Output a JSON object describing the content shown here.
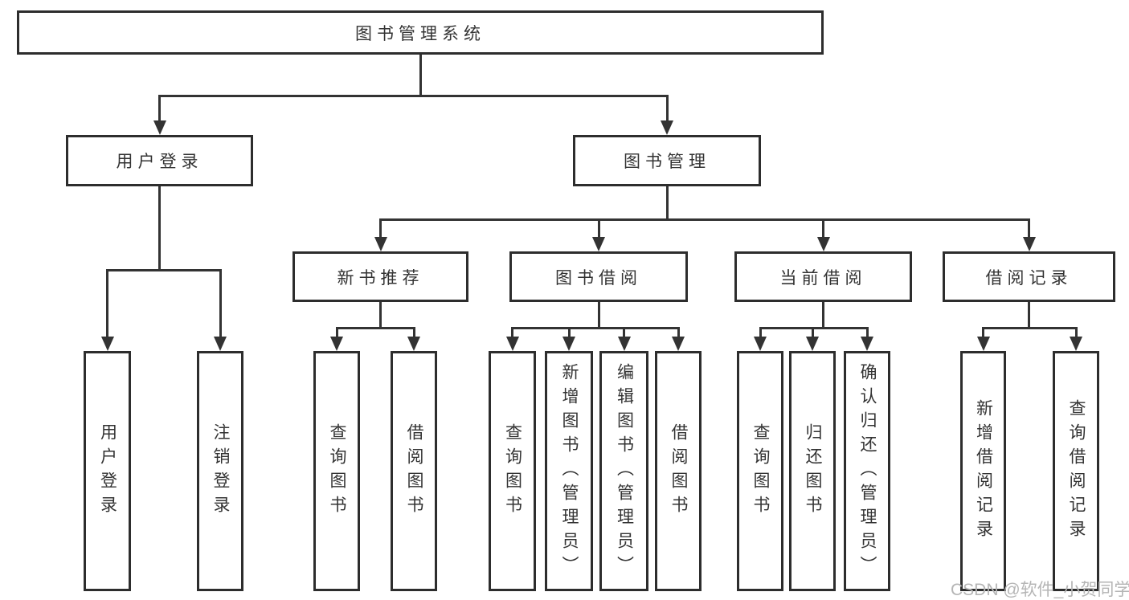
{
  "title": "图书管理系统",
  "watermark": "CSDN @软件_小贺同学",
  "colors": {
    "background": "#ffffff",
    "box_fill": "#ffffff",
    "box_border": "#2d2d2d",
    "line": "#333333",
    "text": "#333333",
    "watermark": "#b5b5b5"
  },
  "diagram": {
    "type": "tree",
    "orientation": "top-down",
    "nodes": [
      {
        "id": "root",
        "label": "图书管理系统",
        "parent": null
      },
      {
        "id": "user-login",
        "label": "用户登录",
        "parent": "root"
      },
      {
        "id": "book-mgmt",
        "label": "图书管理",
        "parent": "root"
      },
      {
        "id": "login",
        "label": "用户登录",
        "parent": "user-login"
      },
      {
        "id": "logout",
        "label": "注销登录",
        "parent": "user-login"
      },
      {
        "id": "new-book-rec",
        "label": "新书推荐",
        "parent": "book-mgmt"
      },
      {
        "id": "book-borrow",
        "label": "图书借阅",
        "parent": "book-mgmt"
      },
      {
        "id": "current-borrow",
        "label": "当前借阅",
        "parent": "book-mgmt"
      },
      {
        "id": "borrow-records",
        "label": "借阅记录",
        "parent": "book-mgmt"
      },
      {
        "id": "rec-query-books",
        "label": "查询图书",
        "parent": "new-book-rec"
      },
      {
        "id": "rec-borrow-books",
        "label": "借阅图书",
        "parent": "new-book-rec"
      },
      {
        "id": "bb-query-books",
        "label": "查询图书",
        "parent": "book-borrow"
      },
      {
        "id": "bb-add-books",
        "label": "新增图书（管理员）",
        "parent": "book-borrow"
      },
      {
        "id": "bb-edit-books",
        "label": "编辑图书（管理员）",
        "parent": "book-borrow"
      },
      {
        "id": "bb-borrow-books",
        "label": "借阅图书",
        "parent": "book-borrow"
      },
      {
        "id": "cb-query-books",
        "label": "查询图书",
        "parent": "current-borrow"
      },
      {
        "id": "cb-return-books",
        "label": "归还图书",
        "parent": "current-borrow"
      },
      {
        "id": "cb-confirm-return",
        "label": "确认归还（管理员）",
        "parent": "current-borrow"
      },
      {
        "id": "br-add-record",
        "label": "新增借阅记录",
        "parent": "borrow-records"
      },
      {
        "id": "br-query-record",
        "label": "查询借阅记录",
        "parent": "borrow-records"
      }
    ]
  }
}
